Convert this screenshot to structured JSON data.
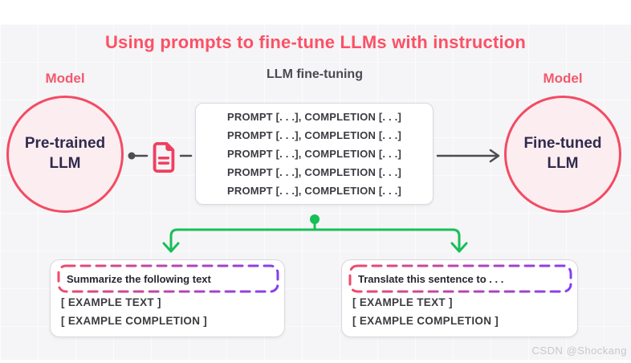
{
  "header": {
    "title": "Using prompts to fine-tune LLMs with instruction",
    "center_label": "LLM fine-tuning"
  },
  "left_model": {
    "caption": "Model",
    "line1": "Pre-trained",
    "line2": "LLM"
  },
  "right_model": {
    "caption": "Model",
    "line1": "Fine-tuned",
    "line2": "LLM"
  },
  "dataset_box": {
    "rows": [
      "PROMPT [. . .], COMPLETION [. . .]",
      "PROMPT [. . .], COMPLETION [. . .]",
      "PROMPT [. . .], COMPLETION [. . .]",
      "PROMPT [. . .], COMPLETION [. . .]",
      "PROMPT [. . .], COMPLETION [. . .]"
    ]
  },
  "examples": [
    {
      "instruction": "Summarize the following text",
      "example_text": "[ EXAMPLE TEXT ]",
      "example_completion": "[ EXAMPLE COMPLETION ]"
    },
    {
      "instruction": "Translate this sentence to . . .",
      "example_text": "[ EXAMPLE TEXT ]",
      "example_completion": "[ EXAMPLE COMPLETION ]"
    }
  ],
  "icons": {
    "document": "document-icon"
  },
  "watermark": "CSDN @Shockang",
  "colors": {
    "accent_pink": "#fb5166",
    "model_pink": "#f2596e",
    "circle_stroke": "#f34b63",
    "circle_fill": "#fcedf0",
    "navy_text": "#2f2b4c",
    "green": "#16bf57",
    "dash_red": "#ee4b6a",
    "dash_purple": "#8440f0",
    "connector_gray": "#4d4d4d",
    "background": "#f5f4f6"
  }
}
